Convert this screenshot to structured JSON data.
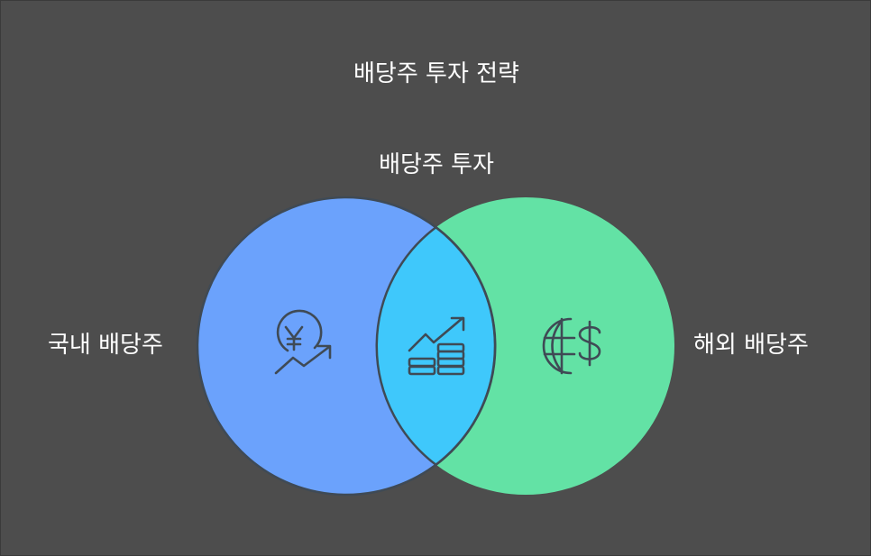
{
  "title": "배당주 투자 전략",
  "intersection_label": "배당주 투자",
  "sets": [
    {
      "label": "국내 배당주",
      "icon": "yen-growth-icon",
      "color": "#6ba2fc"
    },
    {
      "label": "해외 배당주",
      "icon": "globe-dollar-icon",
      "color": "#63e2a5"
    }
  ],
  "intersection": {
    "icon": "coins-growth-icon",
    "color": "#3fc8fb"
  },
  "outline_color": "#3f4a55"
}
